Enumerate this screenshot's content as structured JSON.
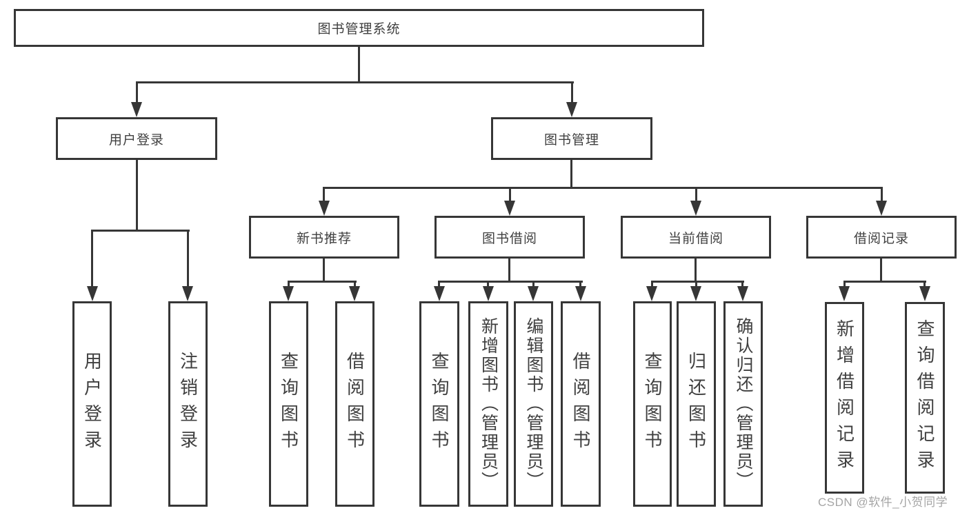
{
  "diagram": {
    "watermark": "CSDN @软件_小贺同学",
    "colors": {
      "line": "#363636",
      "text": "#3f3f3f",
      "background": "#ffffff",
      "watermark": "#a5a5a5"
    },
    "tree": {
      "label": "图书管理系统",
      "children": [
        {
          "label": "用户登录",
          "children": [
            {
              "label": "用户登录"
            },
            {
              "label": "注销登录"
            }
          ]
        },
        {
          "label": "图书管理",
          "children": [
            {
              "label": "新书推荐",
              "children": [
                {
                  "label": "查询图书"
                },
                {
                  "label": "借阅图书"
                }
              ]
            },
            {
              "label": "图书借阅",
              "children": [
                {
                  "label": "查询图书"
                },
                {
                  "label": "新增图书（管理员）"
                },
                {
                  "label": "编辑图书（管理员）"
                },
                {
                  "label": "借阅图书"
                }
              ]
            },
            {
              "label": "当前借阅",
              "children": [
                {
                  "label": "查询图书"
                },
                {
                  "label": "归还图书"
                },
                {
                  "label": "确认归还（管理员）"
                }
              ]
            },
            {
              "label": "借阅记录",
              "children": [
                {
                  "label": "新增借阅记录"
                },
                {
                  "label": "查询借阅记录"
                }
              ]
            }
          ]
        }
      ]
    }
  }
}
